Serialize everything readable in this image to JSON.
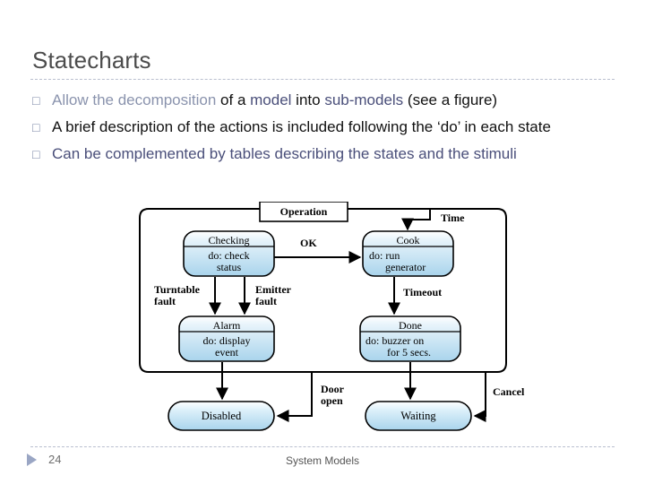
{
  "slide": {
    "title": "Statecharts",
    "page_number": "24",
    "subject": "System Models",
    "bullet_marker": "□"
  },
  "bullets": [
    {
      "segments": [
        {
          "text": "Allow the decomposition ",
          "tone": "gray"
        },
        {
          "text": "of a ",
          "tone": "black"
        },
        {
          "text": "model ",
          "tone": "slate"
        },
        {
          "text": "into ",
          "tone": "black"
        },
        {
          "text": "sub-models ",
          "tone": "slate"
        },
        {
          "text": "(see a figure)",
          "tone": "black"
        }
      ]
    },
    {
      "segments": [
        {
          "text": "A brief description of the actions is included following the ‘do’ in each state",
          "tone": "black"
        }
      ]
    },
    {
      "segments": [
        {
          "text": "Can be complemented by tables describing the states and the stimuli",
          "tone": "slate"
        }
      ]
    }
  ],
  "statechart": {
    "outer_label": "Operation",
    "states": [
      {
        "id": "checking",
        "name": "Checking",
        "action": "do: check status"
      },
      {
        "id": "cook",
        "name": "Cook",
        "action": "do: run generator"
      },
      {
        "id": "alarm",
        "name": "Alarm",
        "action": "do: display event"
      },
      {
        "id": "done",
        "name": "Done",
        "action": "do: buzzer on for 5 secs."
      },
      {
        "id": "disabled",
        "name": "Disabled",
        "action": ""
      },
      {
        "id": "waiting",
        "name": "Waiting",
        "action": ""
      }
    ],
    "transitions": [
      {
        "label": "OK",
        "from": "checking",
        "to": "cook"
      },
      {
        "label": "Time",
        "from": "start",
        "to": "cook"
      },
      {
        "label": "Turntable fault",
        "from": "checking",
        "to": "alarm"
      },
      {
        "label": "Emitter fault",
        "from": "checking",
        "to": "alarm"
      },
      {
        "label": "Timeout",
        "from": "cook",
        "to": "done"
      },
      {
        "label": "Door open",
        "from": "operation",
        "to": "disabled"
      },
      {
        "label": "Cancel",
        "from": "operation",
        "to": "waiting"
      }
    ],
    "colors": {
      "state_fill_light": "#ffffff",
      "state_fill_blue": "#bcdcef",
      "stroke": "#000000"
    }
  }
}
